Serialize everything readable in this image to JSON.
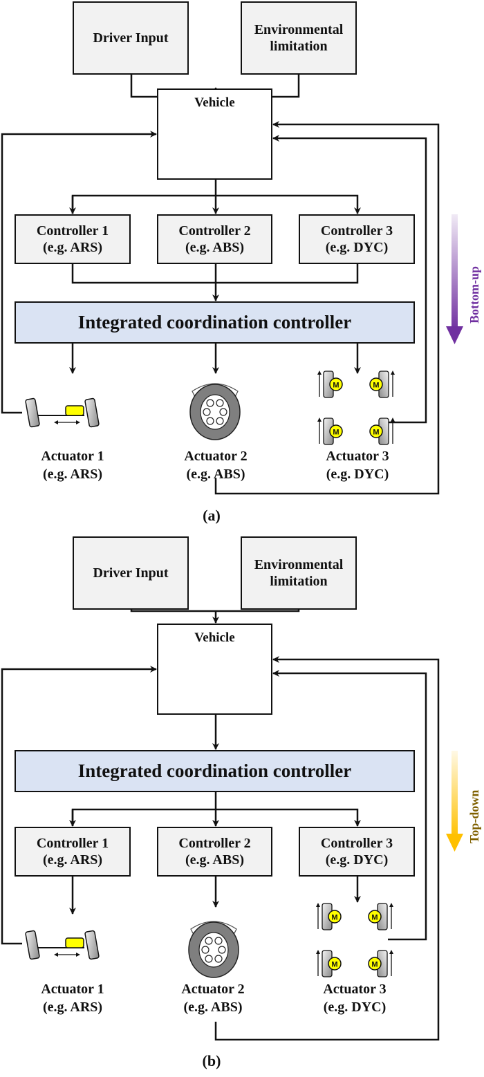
{
  "panels": [
    {
      "caption": "(a)",
      "inputs": {
        "driver": "Driver Input",
        "env_line1": "Environmental",
        "env_line2": "limitation"
      },
      "vehicle": {
        "label": "Vehicle",
        "icon": "car-icon"
      },
      "controllers": [
        {
          "name": "Controller 1",
          "example": "(e.g. ARS)"
        },
        {
          "name": "Controller 2",
          "example": "(e.g. ABS)"
        },
        {
          "name": "Controller 3",
          "example": "(e.g. DYC)"
        }
      ],
      "coordinator": "Integrated coordination controller",
      "actuators": [
        {
          "name": "Actuator 1",
          "example": "(e.g. ARS)",
          "icon": "axle-steering-icon"
        },
        {
          "name": "Actuator 2",
          "example": "(e.g. ABS)",
          "icon": "brake-wheel-icon"
        },
        {
          "name": "Actuator 3",
          "example": "(e.g. DYC)",
          "icon": "in-wheel-motor-icon",
          "motor_label": "M"
        }
      ],
      "direction": {
        "label": "Bottom-up",
        "color": "#7030a0"
      }
    },
    {
      "caption": "(b)",
      "inputs": {
        "driver": "Driver Input",
        "env_line1": "Environmental",
        "env_line2": "limitation"
      },
      "vehicle": {
        "label": "Vehicle",
        "icon": "car-icon"
      },
      "coordinator": "Integrated coordination controller",
      "controllers": [
        {
          "name": "Controller 1",
          "example": "(e.g. ARS)"
        },
        {
          "name": "Controller 2",
          "example": "(e.g. ABS)"
        },
        {
          "name": "Controller 3",
          "example": "(e.g. DYC)"
        }
      ],
      "actuators": [
        {
          "name": "Actuator 1",
          "example": "(e.g. ARS)",
          "icon": "axle-steering-icon"
        },
        {
          "name": "Actuator 2",
          "example": "(e.g. ABS)",
          "icon": "brake-wheel-icon"
        },
        {
          "name": "Actuator 3",
          "example": "(e.g. DYC)",
          "icon": "in-wheel-motor-icon",
          "motor_label": "M"
        }
      ],
      "direction": {
        "label": "Top-down",
        "color": "#ffc000",
        "text_color": "#7f6000"
      }
    }
  ],
  "colors": {
    "car": "#c0202e",
    "box_fill": "#f2f2f2",
    "coordinator_fill": "#dae3f3",
    "motor": "#ffff00",
    "actuator_block": "#ffff00"
  }
}
